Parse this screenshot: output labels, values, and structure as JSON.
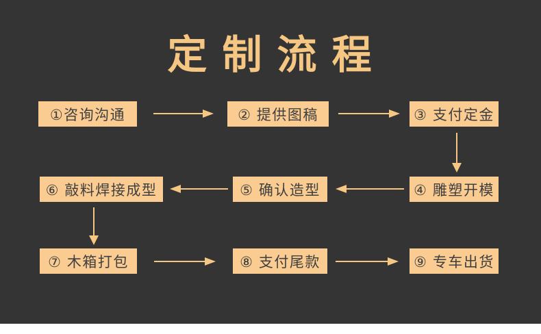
{
  "title": "定 制 流 程",
  "steps": [
    {
      "label": "①咨询沟通"
    },
    {
      "label": "② 提供图稿"
    },
    {
      "label": "③ 支付定金"
    },
    {
      "label": "④ 雕塑开模"
    },
    {
      "label": "⑤ 确认造型"
    },
    {
      "label": "⑥ 敲料焊接成型"
    },
    {
      "label": "⑦ 木箱打包"
    },
    {
      "label": "⑧ 支付尾款"
    },
    {
      "label": "⑨ 专车出货"
    }
  ],
  "flow_order": [
    "①咨询沟通",
    "② 提供图稿",
    "③ 支付定金",
    "④ 雕塑开模",
    "⑤ 确认造型",
    "⑥ 敲料焊接成型",
    "⑦ 木箱打包",
    "⑧ 支付尾款",
    "⑨ 专车出货"
  ],
  "colors": {
    "background": "#343434",
    "accent": "#f6c783",
    "box_fill": "#facc92",
    "box_text": "#3f3f3f",
    "bottom_strip": "#ffffff"
  }
}
